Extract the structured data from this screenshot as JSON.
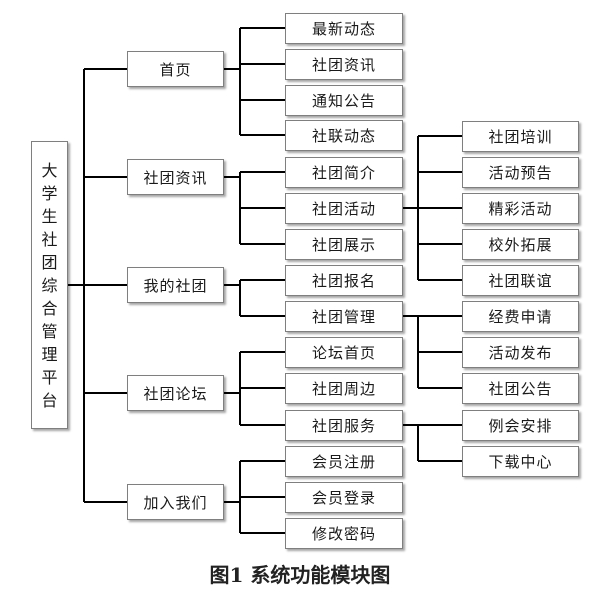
{
  "diagram": {
    "root": "大学生社团综合管理平台",
    "level1": [
      "首页",
      "社团资讯",
      "我的社团",
      "社团论坛",
      "加入我们"
    ],
    "level2": [
      "最新动态",
      "社团资讯",
      "通知公告",
      "社联动态",
      "社团简介",
      "社团活动",
      "社团展示",
      "社团报名",
      "社团管理",
      "论坛首页",
      "社团周边",
      "社团服务",
      "会员注册",
      "会员登录",
      "修改密码"
    ],
    "level3": [
      "社团培训",
      "活动预告",
      "精彩活动",
      "校外拓展",
      "社团联谊",
      "经费申请",
      "活动发布",
      "社团公告",
      "例会安排",
      "下载中心"
    ],
    "line_color": "#000000",
    "box_border_color": "#7f7f7f"
  },
  "caption": "图1  系统功能模块图"
}
